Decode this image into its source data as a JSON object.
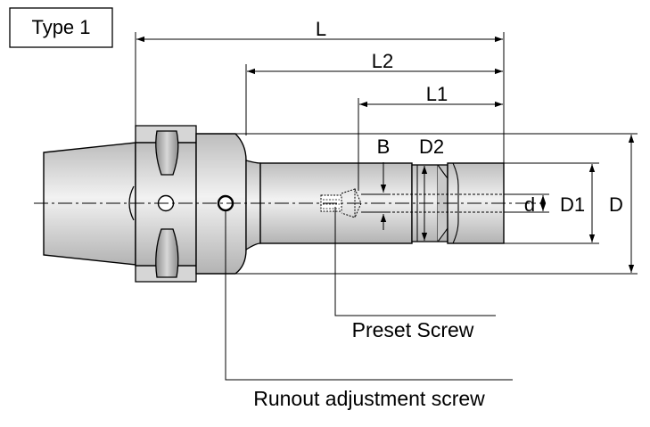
{
  "type_label": "Type 1",
  "dimensions": {
    "L": "L",
    "L2": "L2",
    "L1": "L1",
    "B": "B",
    "D2": "D2",
    "d": "d",
    "D1": "D1",
    "D": "D"
  },
  "callouts": {
    "preset_screw": "Preset Screw",
    "runout_screw": "Runout adjustment screw"
  },
  "colors": {
    "body_fill": "#e6e6e6",
    "shade_dark": "#9a9a9a",
    "line": "#000000"
  }
}
